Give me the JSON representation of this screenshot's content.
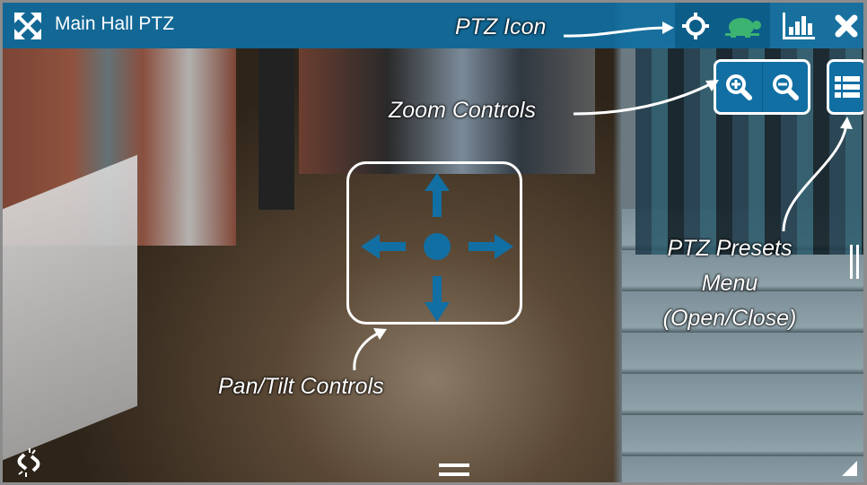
{
  "header": {
    "title": "Main Hall PTZ"
  },
  "icons": {
    "expand": "expand-arrows-icon",
    "ptz": "crosshair-icon",
    "speed": "turtle-icon",
    "stats": "bar-chart-icon",
    "close": "close-icon",
    "zoom_in": "zoom-in-icon",
    "zoom_out": "zoom-out-icon",
    "presets": "list-icon",
    "unlink": "unlink-icon"
  },
  "colors": {
    "accent": "#116fa3",
    "turtle": "#3cb371"
  },
  "annotations": {
    "ptz_icon": "PTZ Icon",
    "zoom_controls": "Zoom Controls",
    "presets_line1": "PTZ Presets",
    "presets_line2": "Menu",
    "presets_line3": "(Open/Close)",
    "pan_tilt": "Pan/Tilt Controls"
  }
}
